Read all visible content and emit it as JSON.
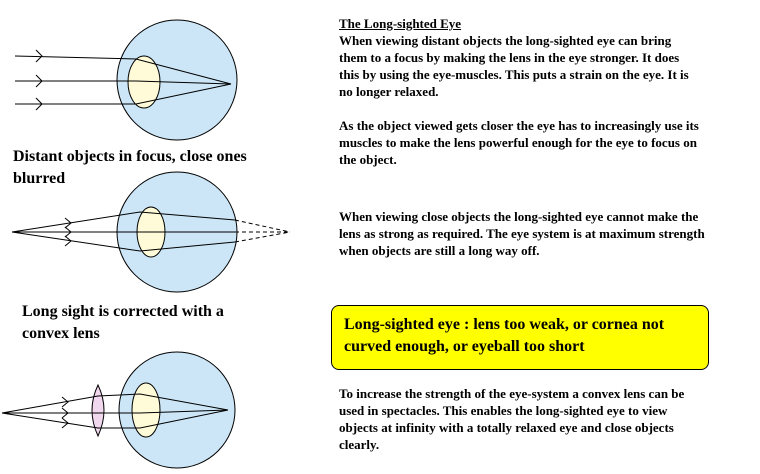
{
  "heading": "The Long-sighted Eye",
  "paragraphs": [
    "When viewing distant objects the long-sighted eye can bring them to a focus by making the lens in the eye stronger. It does this by using the eye-muscles. This puts a strain on the eye. It is no longer relaxed.",
    "As the object viewed gets closer the eye has to increasingly  use its muscles to make the lens powerful enough for the eye to focus on the object.",
    "When viewing close objects the long-sighted eye cannot make the lens as strong as required. The eye system is at maximum strength when objects are still a long way off.",
    "To increase the strength of the eye-system a convex lens can be used in spectacles. This enables the long-sighted eye to view objects at infinity with a totally relaxed eye and close objects clearly."
  ],
  "captions": {
    "distant": "Distant objects in focus, close ones blurred",
    "corrected": "Long sight is corrected with a convex lens"
  },
  "summary": "Long-sighted eye : lens too weak, or cornea not curved enough, or eyeball too short",
  "colors": {
    "eyeball": "#cce6f7",
    "lens": "#fffbd8",
    "convex_lens": "#f2d8ee",
    "summary_box": "#ffff00"
  }
}
